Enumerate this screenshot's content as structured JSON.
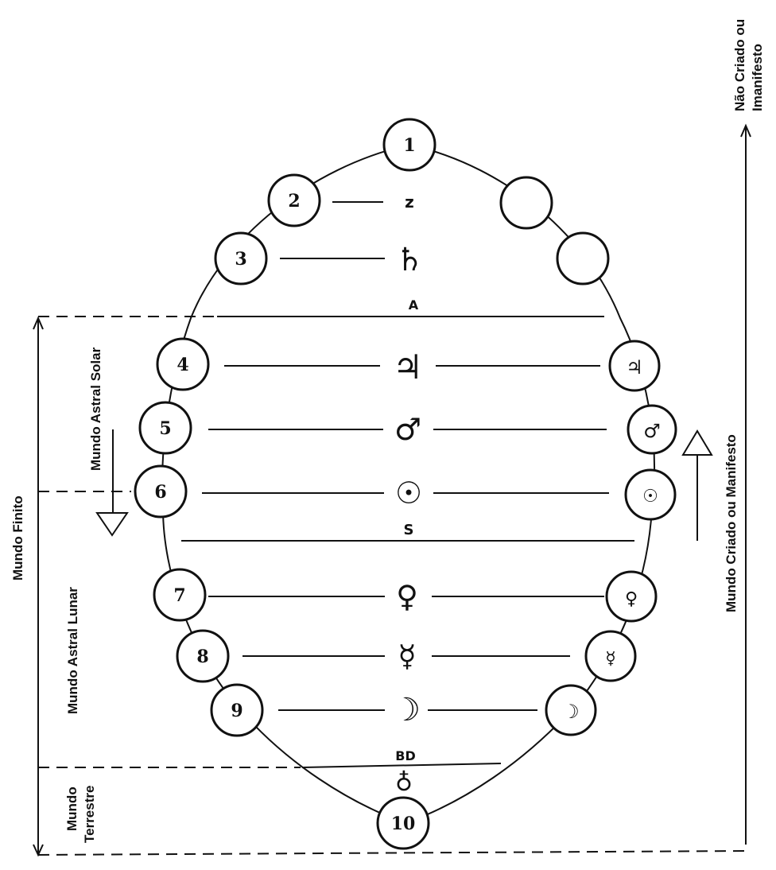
{
  "nodes_left": [
    "1",
    "2",
    "3",
    "4",
    "5",
    "6",
    "7",
    "8",
    "9",
    "10"
  ],
  "symbols": {
    "z": "z",
    "saturn": "♄",
    "a": "A",
    "jupiter": "♃",
    "mars": "♂",
    "sun": "☉",
    "s": "S",
    "venus": "♀",
    "mercury": "☿",
    "moon": "☽",
    "bd": "BD",
    "earth": "♁"
  },
  "right_nodes": {
    "jupiter": "♃",
    "mars": "♂",
    "sun": "☉",
    "venus": "♀",
    "mercury": "☿",
    "moon": "☽"
  },
  "labels": {
    "nao_criado_1": "Não Criado ou",
    "nao_criado_2": "Imanifesto",
    "mundo_criado": "Mundo Criado ou Manifesto",
    "mundo_astral_solar": "Mundo Astral Solar",
    "mundo_astral_lunar": "Mundo Astral Lunar",
    "mundo_finito": "Mundo Finito",
    "mundo_terrestre_1": "Mundo",
    "mundo_terrestre_2": "Terrestre"
  },
  "colors": {
    "ink": "#111111",
    "paper": "#ffffff"
  }
}
